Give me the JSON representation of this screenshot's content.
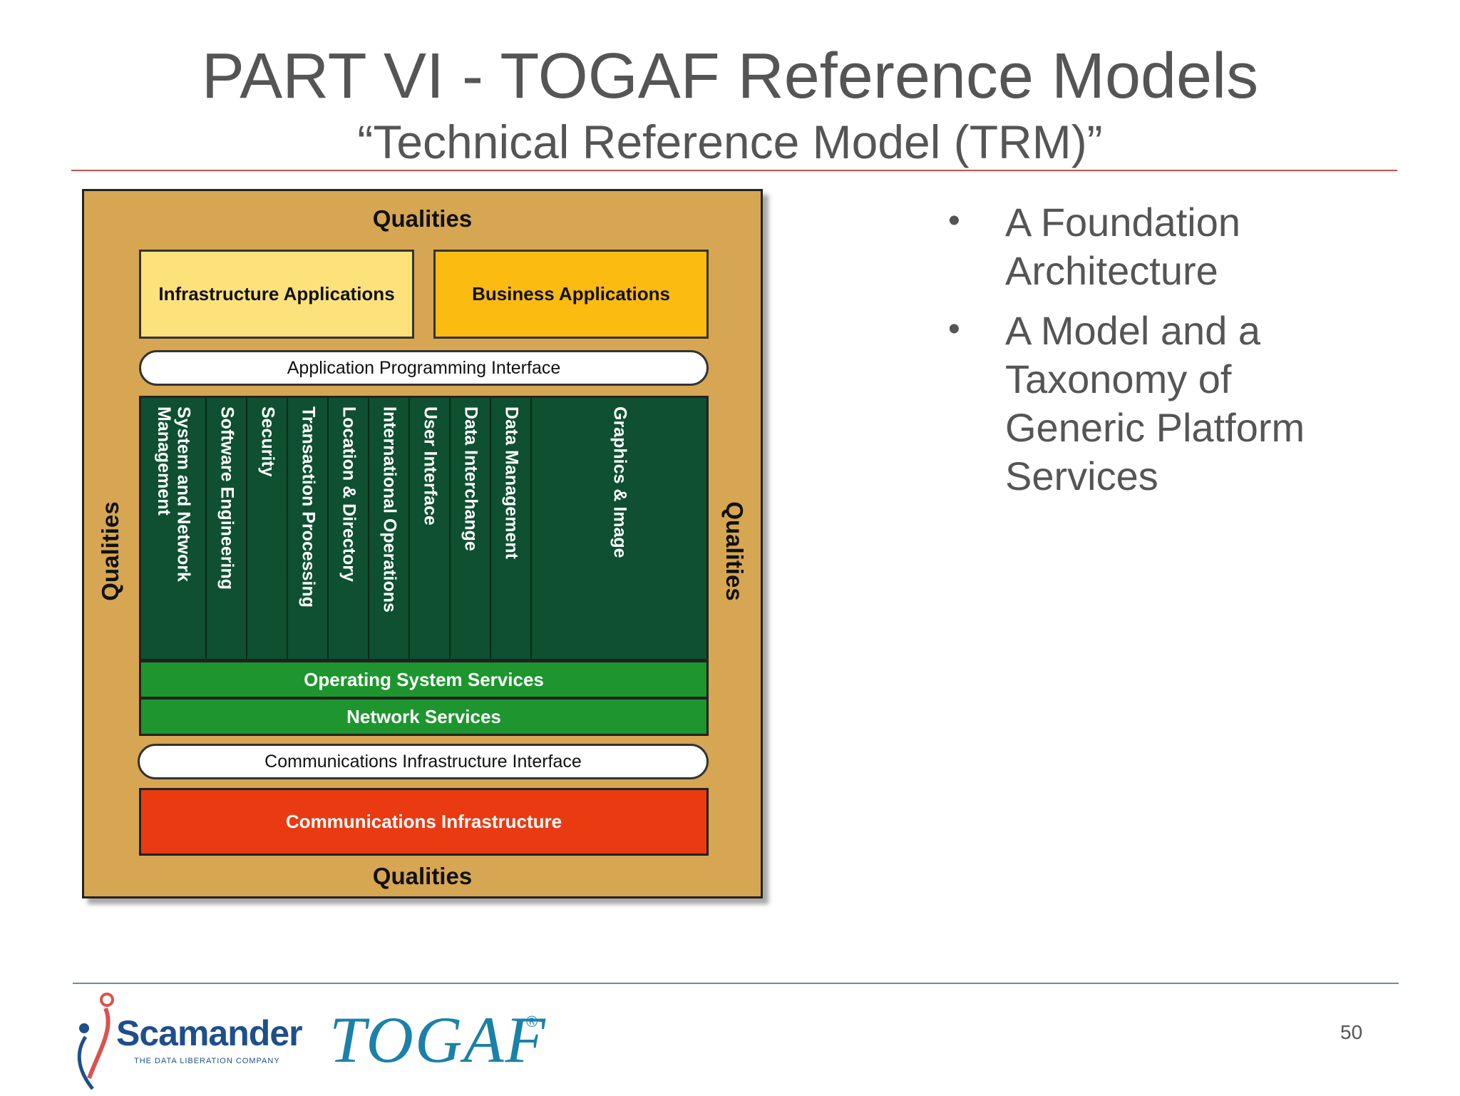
{
  "title": "PART VI - TOGAF Reference Models",
  "subtitle": "“Technical Reference Model  (TRM)”",
  "diagram": {
    "qualities_top": "Qualities",
    "qualities_bottom": "Qualities",
    "qualities_left": "Qualities",
    "qualities_right": "Qualities",
    "infrastructure_applications": "Infrastructure Applications",
    "business_applications": "Business Applications",
    "api": "Application Programming Interface",
    "services": [
      "System and Network\nManagement",
      "Software Engineering",
      "Security",
      "Transaction Processing",
      "Location & Directory",
      "International Operations",
      "User Interface",
      "Data Interchange",
      "Data Management",
      "Graphics & Image"
    ],
    "os_services": "Operating System Services",
    "network_services": "Network Services",
    "cii": "Communications Infrastructure Interface",
    "communications_infrastructure": "Communications Infrastructure",
    "colors": {
      "frame": "#d6a653",
      "infra_apps": "#fde27c",
      "business_apps": "#fbbb10",
      "services": "#0e5030",
      "platform": "#1e952f",
      "comms": "#e93a12"
    }
  },
  "bullets": [
    {
      "lines": [
        "A Foundation",
        "Architecture"
      ]
    },
    {
      "lines": [
        "A Model and a",
        "Taxonomy of",
        "Generic Platform",
        "Services"
      ]
    }
  ],
  "footer": {
    "scamander": "Scamander",
    "scamander_tagline": "THE DATA LIBERATION COMPANY",
    "togaf": "TOGAF",
    "togaf_reg": "®",
    "page_number": "50"
  }
}
